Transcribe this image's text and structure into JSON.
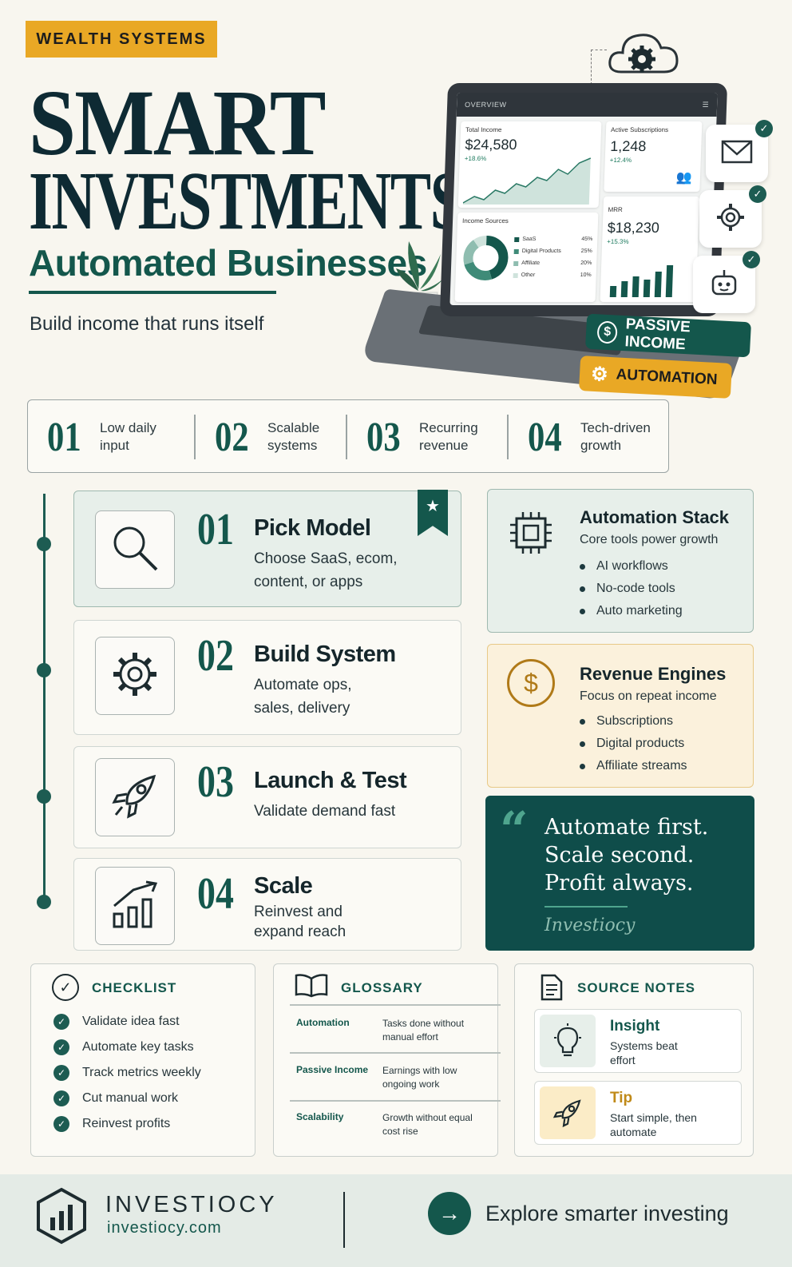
{
  "header": {
    "tag": "WEALTH SYSTEMS",
    "title_line1": "SMART",
    "title_line2": "INVESTMENTS",
    "subtitle": "Automated Businesses",
    "tagline": "Build income that runs itself"
  },
  "dashboard": {
    "overview": "OVERVIEW",
    "total_income_label": "Total Income",
    "total_income_value": "$24,580",
    "total_income_change": "+18.6%",
    "active_subs_label": "Active Subscriptions",
    "active_subs_value": "1,248",
    "active_subs_change": "+12.4%",
    "income_sources_label": "Income Sources",
    "sources": [
      {
        "name": "SaaS",
        "pct": "45%",
        "share": 45
      },
      {
        "name": "Digital Products",
        "pct": "25%",
        "share": 25
      },
      {
        "name": "Affiliate",
        "pct": "20%",
        "share": 20
      },
      {
        "name": "Other",
        "pct": "10%",
        "share": 10
      }
    ],
    "mrr_label": "MRR",
    "mrr_value": "$18,230",
    "mrr_change": "+15.3%"
  },
  "badges": {
    "passive_income": "PASSIVE INCOME",
    "automation": "AUTOMATION"
  },
  "stats": [
    {
      "num": "01",
      "label": "Low daily input"
    },
    {
      "num": "02",
      "label": "Scalable systems"
    },
    {
      "num": "03",
      "label": "Recurring revenue"
    },
    {
      "num": "04",
      "label": "Tech-driven growth"
    }
  ],
  "steps": [
    {
      "num": "01",
      "title": "Pick Model",
      "desc": "Choose SaaS, ecom, content, or apps"
    },
    {
      "num": "02",
      "title": "Build System",
      "desc": "Automate ops, sales, delivery"
    },
    {
      "num": "03",
      "title": "Launch & Test",
      "desc": "Validate demand fast"
    },
    {
      "num": "04",
      "title": "Scale",
      "desc": "Reinvest and expand reach"
    }
  ],
  "automation_stack": {
    "title": "Automation Stack",
    "sub": "Core tools power growth",
    "items": [
      "AI workflows",
      "No-code tools",
      "Auto marketing"
    ]
  },
  "revenue_engines": {
    "title": "Revenue Engines",
    "sub": "Focus on repeat income",
    "items": [
      "Subscriptions",
      "Digital products",
      "Affiliate streams"
    ]
  },
  "quote": {
    "mark": "“",
    "line1": "Automate first.",
    "line2": "Scale second.",
    "line3": "Profit always.",
    "author": "Investiocy"
  },
  "checklist": {
    "title": "CHECKLIST",
    "items": [
      "Validate idea fast",
      "Automate key tasks",
      "Track metrics weekly",
      "Cut manual work",
      "Reinvest profits"
    ]
  },
  "glossary": {
    "title": "GLOSSARY",
    "entries": [
      {
        "term": "Automation",
        "def": "Tasks done without manual effort"
      },
      {
        "term": "Passive Income",
        "def": "Earnings with low ongoing work"
      },
      {
        "term": "Scalability",
        "def": "Growth without equal cost rise"
      }
    ]
  },
  "source_notes": {
    "title": "SOURCE NOTES",
    "insight_title": "Insight",
    "insight_desc": "Systems beat effort",
    "tip_title": "Tip",
    "tip_desc": "Start simple, then automate"
  },
  "footer": {
    "brand": "INVESTIOCY",
    "url": "investiocy.com",
    "cta": "Explore smarter investing"
  },
  "colors": {
    "accent": "#14574c",
    "gold": "#e9a825",
    "dark_teal": "#0f4d4a"
  }
}
